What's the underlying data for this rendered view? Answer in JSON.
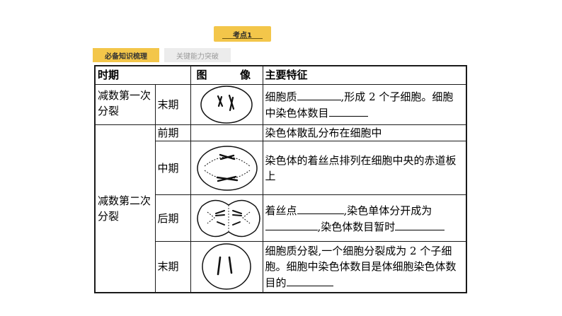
{
  "header": {
    "topic_tab": "考点1",
    "tabs": [
      {
        "label": "必备知识梳理",
        "active": true
      },
      {
        "label": "关键能力突破",
        "active": false
      }
    ]
  },
  "table": {
    "headers": {
      "period": "时期",
      "image_char1": "图",
      "image_char2": "像",
      "features": "主要特征"
    },
    "rows": [
      {
        "division": "减数第一次分裂",
        "stage": "末期",
        "features": [
          "细胞质",
          ",形成 2 个子细胞。细胞中染色体数目",
          ""
        ]
      },
      {
        "division": "减数第二次分裂",
        "stage": "前期",
        "features": [
          "染色体散乱分布在细胞中"
        ]
      },
      {
        "stage": "中期",
        "features": [
          "染色体的着丝点排列在细胞中央的赤道板上"
        ]
      },
      {
        "stage": "后期",
        "features": [
          "着丝点",
          ",染色单体分开成为",
          ",染色体数目暂时",
          ""
        ]
      },
      {
        "stage": "末期",
        "features": [
          "细胞质分裂,一个细胞分裂成为 2 个子细胞。细胞中染色体数目是体细胞染色体数目的",
          ""
        ]
      }
    ]
  },
  "colors": {
    "tab_active": "#f3c64a",
    "tab_inactive": "#ececec",
    "border": "#1a1a1a"
  }
}
